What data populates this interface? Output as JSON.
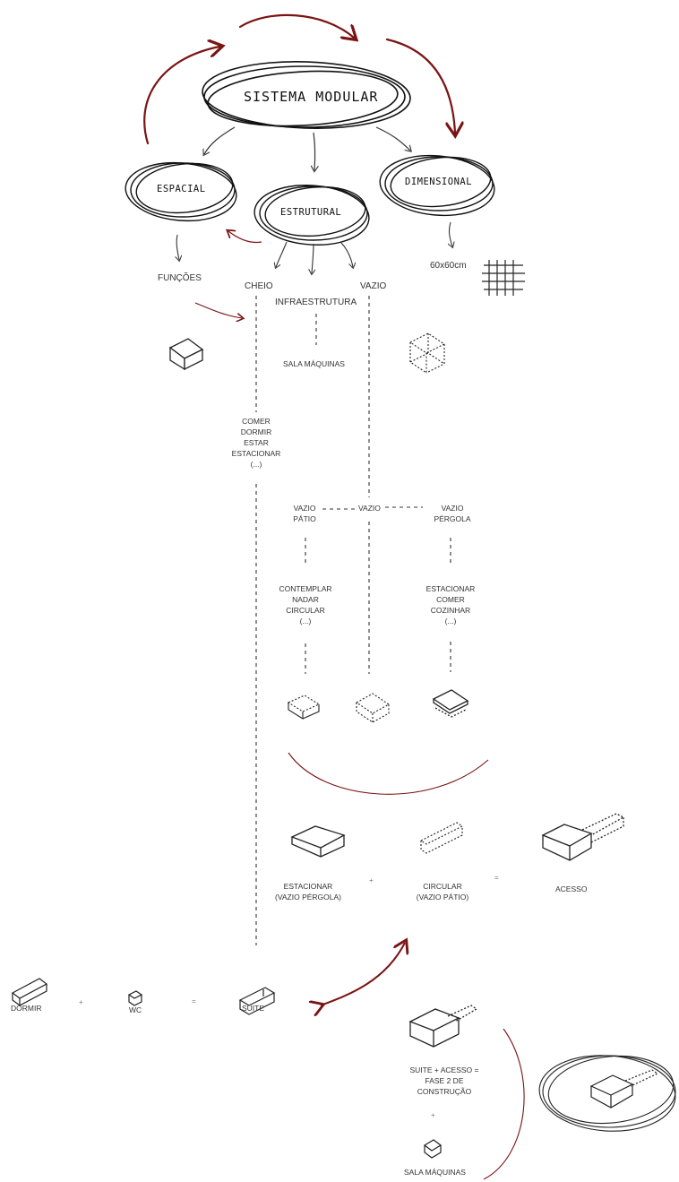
{
  "diagram": {
    "title": "SISTEMA MODULAR",
    "branches": {
      "espacial": "ESPACIAL",
      "estrutural": "ESTRUTURAL",
      "dimensional": "DIMENSIONAL"
    },
    "funcoes": "FUNÇÕES",
    "cheio": "CHEIO",
    "infraestrutura": "INFRAESTRUTURA",
    "vazio": "VAZIO",
    "dimension_value": "60x60cm",
    "sala_maquinas": "SALA MÁQUINAS",
    "cheio_functions": "COMER\nDORMIR\nESTAR\nESTACIONAR\n(...)",
    "vazio_center": "VAZIO",
    "vazio_patio": "VAZIO\nPÁTIO",
    "vazio_pergola": "VAZIO\nPÉRGOLA",
    "patio_functions": "CONTEMPLAR\nNADAR\nCIRCULAR\n(...)",
    "pergola_functions": "ESTACIONAR\nCOMER\nCOZINHAR\n(...)",
    "combo_access": {
      "a": "ESTACIONAR\n(VAZIO PÉRGOLA)",
      "plus": "+",
      "b": "CIRCULAR\n(VAZIO PÁTIO)",
      "equals": "=",
      "result": "ACESSO"
    },
    "combo_suite": {
      "a": "DORMIR",
      "plus": "+",
      "b": "WC",
      "equals": "=",
      "result": "SUITE"
    },
    "phase2": {
      "label": "SUITE + ACESSO =\nFASE 2 DE\nCONSTRUÇÃO",
      "plus": "+",
      "extra": "SALA MÁQUINAS"
    }
  },
  "colors": {
    "ink": "#222222",
    "accent": "#7a1414"
  }
}
